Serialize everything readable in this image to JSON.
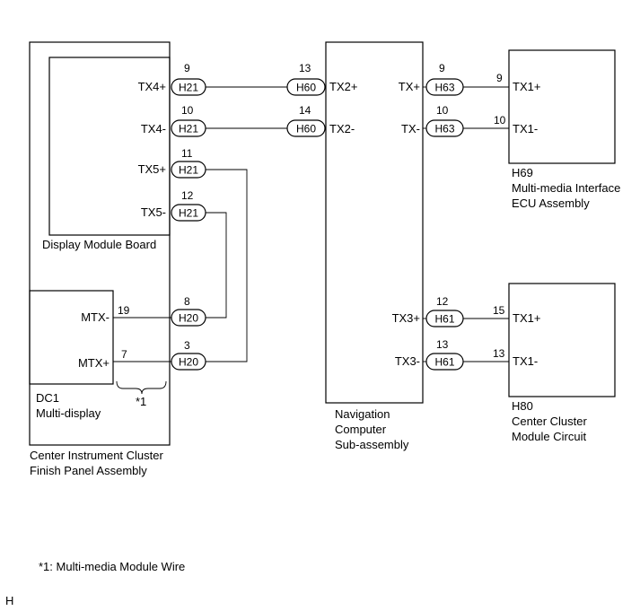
{
  "components": {
    "display_module_board": "Display Module Board",
    "dc1_code": "DC1",
    "dc1_name": "Multi-display",
    "cicfpa_line1": "Center Instrument Cluster",
    "cicfpa_line2": "Finish Panel Assembly",
    "nav_line1": "Navigation",
    "nav_line2": "Computer",
    "nav_line3": "Sub-assembly",
    "h69_code": "H69",
    "h69_line1": "Multi-media Interface",
    "h69_line2": "ECU Assembly",
    "h80_code": "H80",
    "h80_line1": "Center Cluster",
    "h80_line2": "Module Circuit"
  },
  "terminals": {
    "tx4p": "TX4+",
    "tx4m": "TX4-",
    "tx5p": "TX5+",
    "tx5m": "TX5-",
    "mtxm": "MTX-",
    "mtxp": "MTX+",
    "tx2p": "TX2+",
    "tx2m": "TX2-",
    "txp": "TX+",
    "txm": "TX-",
    "tx3p": "TX3+",
    "tx3m": "TX3-",
    "h69_tx1p": "TX1+",
    "h69_tx1m": "TX1-",
    "h80_tx1p": "TX1+",
    "h80_tx1m": "TX1-"
  },
  "connectors": {
    "h21": "H21",
    "h20": "H20",
    "h60": "H60",
    "h63": "H63",
    "h61": "H61"
  },
  "pins": {
    "h21_9": "9",
    "h21_10": "10",
    "h21_11": "11",
    "h21_12": "12",
    "dc1_19": "19",
    "dc1_7": "7",
    "h20_8": "8",
    "h20_3": "3",
    "h60_13": "13",
    "h60_14": "14",
    "h63_9": "9",
    "h63_10": "10",
    "h69_9": "9",
    "h69_10": "10",
    "h61_12": "12",
    "h61_13": "13",
    "h80_15": "15",
    "h80_13": "13"
  },
  "note_marker": "*1",
  "footnote": "*1: Multi-media Module Wire",
  "corner_code": "H"
}
